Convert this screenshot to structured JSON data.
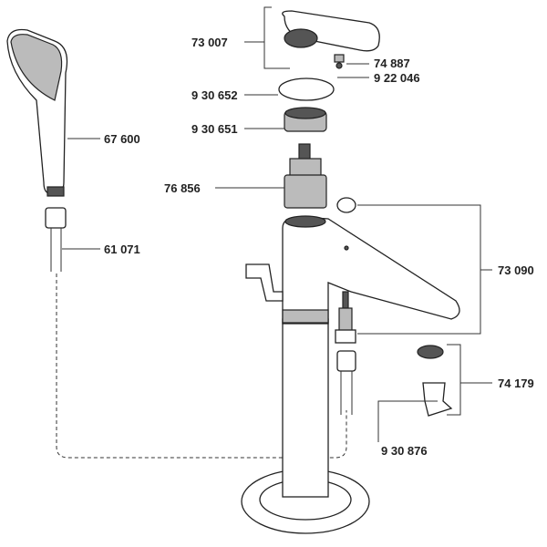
{
  "diagram": {
    "title": "Exploded parts view - basin mixer with hand shower",
    "parts": [
      {
        "id": "handle",
        "label": "73 007"
      },
      {
        "id": "screw",
        "label": "74 887"
      },
      {
        "id": "screw-cap",
        "label": "9 22 046"
      },
      {
        "id": "cover-rosette",
        "label": "9 30 652"
      },
      {
        "id": "nut",
        "label": "9 30 651"
      },
      {
        "id": "cartridge",
        "label": "76 856"
      },
      {
        "id": "hand-shower",
        "label": "67 600"
      },
      {
        "id": "hose",
        "label": "61 071"
      },
      {
        "id": "spout-body",
        "label": "73 090"
      },
      {
        "id": "aerator",
        "label": "74 179"
      },
      {
        "id": "check-valve",
        "label": "9 30 876"
      }
    ]
  }
}
